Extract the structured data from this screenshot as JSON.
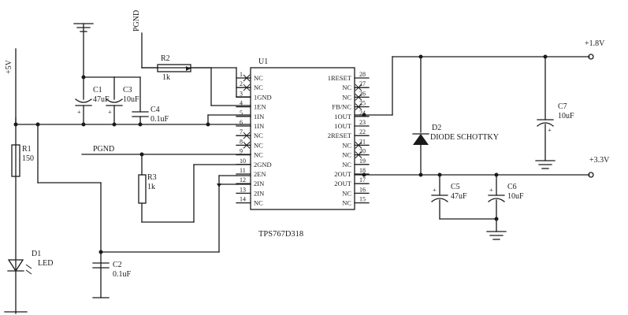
{
  "ic": {
    "ref": "U1",
    "part": "TPS767D318",
    "left_pins": [
      {
        "num": "1",
        "name": "NC"
      },
      {
        "num": "2",
        "name": "NC"
      },
      {
        "num": "3",
        "name": "1GND"
      },
      {
        "num": "4",
        "name": "1EN"
      },
      {
        "num": "5",
        "name": "1IN"
      },
      {
        "num": "6",
        "name": "1IN"
      },
      {
        "num": "7",
        "name": "NC"
      },
      {
        "num": "8",
        "name": "NC"
      },
      {
        "num": "9",
        "name": "NC"
      },
      {
        "num": "10",
        "name": "2GND"
      },
      {
        "num": "11",
        "name": "2EN"
      },
      {
        "num": "12",
        "name": "2IN"
      },
      {
        "num": "13",
        "name": "2IN"
      },
      {
        "num": "14",
        "name": "NC"
      }
    ],
    "right_pins": [
      {
        "num": "28",
        "name": "1RESET"
      },
      {
        "num": "27",
        "name": "NC"
      },
      {
        "num": "26",
        "name": "NC"
      },
      {
        "num": "25",
        "name": "FB/NC"
      },
      {
        "num": "24",
        "name": "1OUT"
      },
      {
        "num": "23",
        "name": "1OUT"
      },
      {
        "num": "22",
        "name": "2RESET"
      },
      {
        "num": "21",
        "name": "NC"
      },
      {
        "num": "20",
        "name": "NC"
      },
      {
        "num": "19",
        "name": "NC"
      },
      {
        "num": "18",
        "name": "2OUT"
      },
      {
        "num": "17",
        "name": "2OUT"
      },
      {
        "num": "16",
        "name": "NC"
      },
      {
        "num": "15",
        "name": "NC"
      }
    ]
  },
  "nets": {
    "pgnd_top": "PGND",
    "pgnd_mid": "PGND",
    "v5": "+5V",
    "v18": "+1.8V",
    "v33": "+3.3V"
  },
  "components": {
    "r1": {
      "ref": "R1",
      "value": "150"
    },
    "r2": {
      "ref": "R2",
      "value": "1k"
    },
    "r3": {
      "ref": "R3",
      "value": "1k"
    },
    "c1": {
      "ref": "C1",
      "value": "47uF"
    },
    "c2": {
      "ref": "C2",
      "value": "0.1uF"
    },
    "c3": {
      "ref": "C3",
      "value": "10uF"
    },
    "c4": {
      "ref": "C4",
      "value": "0.1uF"
    },
    "c5": {
      "ref": "C5",
      "value": "47uF"
    },
    "c6": {
      "ref": "C6",
      "value": "10uF"
    },
    "c7": {
      "ref": "C7",
      "value": "10uF"
    },
    "d1": {
      "ref": "D1",
      "value": "LED"
    },
    "d2": {
      "ref": "D2",
      "value": "DIODE SCHOTTKY"
    }
  }
}
